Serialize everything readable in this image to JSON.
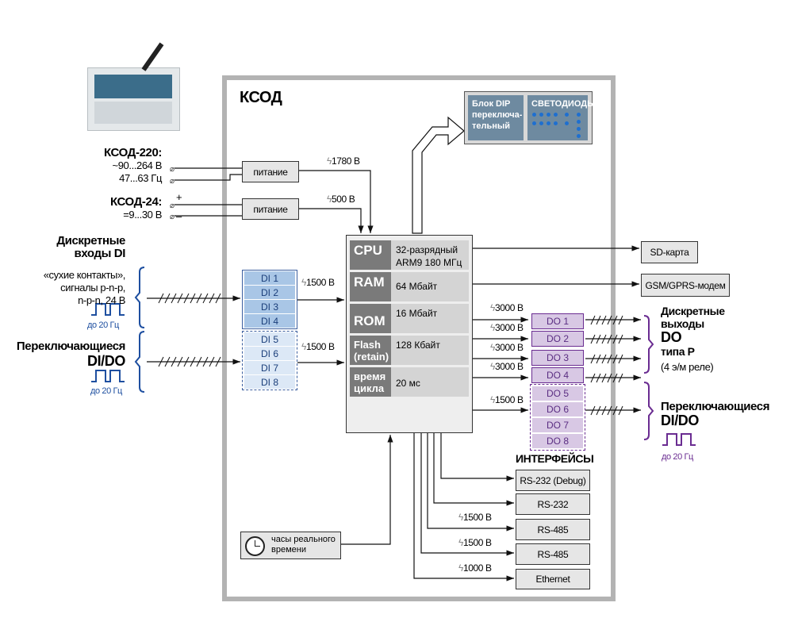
{
  "title": "КСОД",
  "power": {
    "ksod220": {
      "name": "КСОД-220:",
      "line1": "~90...264 В",
      "line2": "47...63 Гц",
      "isolation": "1780 В",
      "box": "питание"
    },
    "ksod24": {
      "name": "КСОД-24:",
      "line1": "=9...30 В",
      "plus": "+",
      "minus": "–",
      "isolation": "500 В",
      "box": "питание"
    }
  },
  "cpu_block": {
    "rows": [
      {
        "key": "CPU",
        "value": "32-разрядный ARM9  180 МГц"
      },
      {
        "key": "RAM",
        "value": "64 Мбайт"
      },
      {
        "key": "ROM",
        "value": "16 Мбайт"
      },
      {
        "key": "Flash (retain)",
        "value": "128 Кбайт"
      },
      {
        "key": "время цикла",
        "value": "20 мс"
      }
    ]
  },
  "dip": {
    "label": "Блок DIP переключа-тельный",
    "leds": "СВЕТОДИОДЫ"
  },
  "peripherals": {
    "sd": "SD-карта",
    "gsm": "GSM/GPRS-модем"
  },
  "inputs": {
    "title_line1": "Дискретные",
    "title_line2": "входы DI",
    "desc": [
      "«сухие контакты»,",
      "сигналы p-n-p,",
      "n-p-n, 24 В"
    ],
    "freq": "до 20 Гц",
    "switch_title1": "Переключающиеся",
    "switch_title2": "DI/DO",
    "switch_freq": "до 20 Гц",
    "isolation1": "1500 В",
    "isolation2": "1500 В",
    "channels": [
      "DI 1",
      "DI 2",
      "DI 3",
      "DI 4",
      "DI 5",
      "DI 6",
      "DI 7",
      "DI 8"
    ],
    "color": "#1e4fa0"
  },
  "outputs": {
    "channels": [
      "DO 1",
      "DO 2",
      "DO 3",
      "DO 4",
      "DO 5",
      "DO 6",
      "DO 7",
      "DO 8"
    ],
    "isolation": [
      "3000 В",
      "3000 В",
      "3000 В",
      "3000 В",
      "1500 В"
    ],
    "title_line1": "Дискретные",
    "title_line2": "выходы",
    "title_line3": "DO",
    "title_line4": "типа Р",
    "title_line5": "(4 э/м реле)",
    "switch_title1": "Переключающиеся",
    "switch_title2": "DI/DO",
    "switch_freq": "до 20 Гц",
    "color": "#6a2c91"
  },
  "interfaces": {
    "title": "ИНТЕРФЕЙСЫ",
    "items": [
      {
        "label": "RS-232 (Debug)",
        "isolation": ""
      },
      {
        "label": "RS-232",
        "isolation": ""
      },
      {
        "label": "RS-485",
        "isolation": "1500 В"
      },
      {
        "label": "RS-485",
        "isolation": "1500 В"
      },
      {
        "label": "Ethernet",
        "isolation": "1000 В"
      }
    ]
  },
  "clock": "часы реального времени"
}
